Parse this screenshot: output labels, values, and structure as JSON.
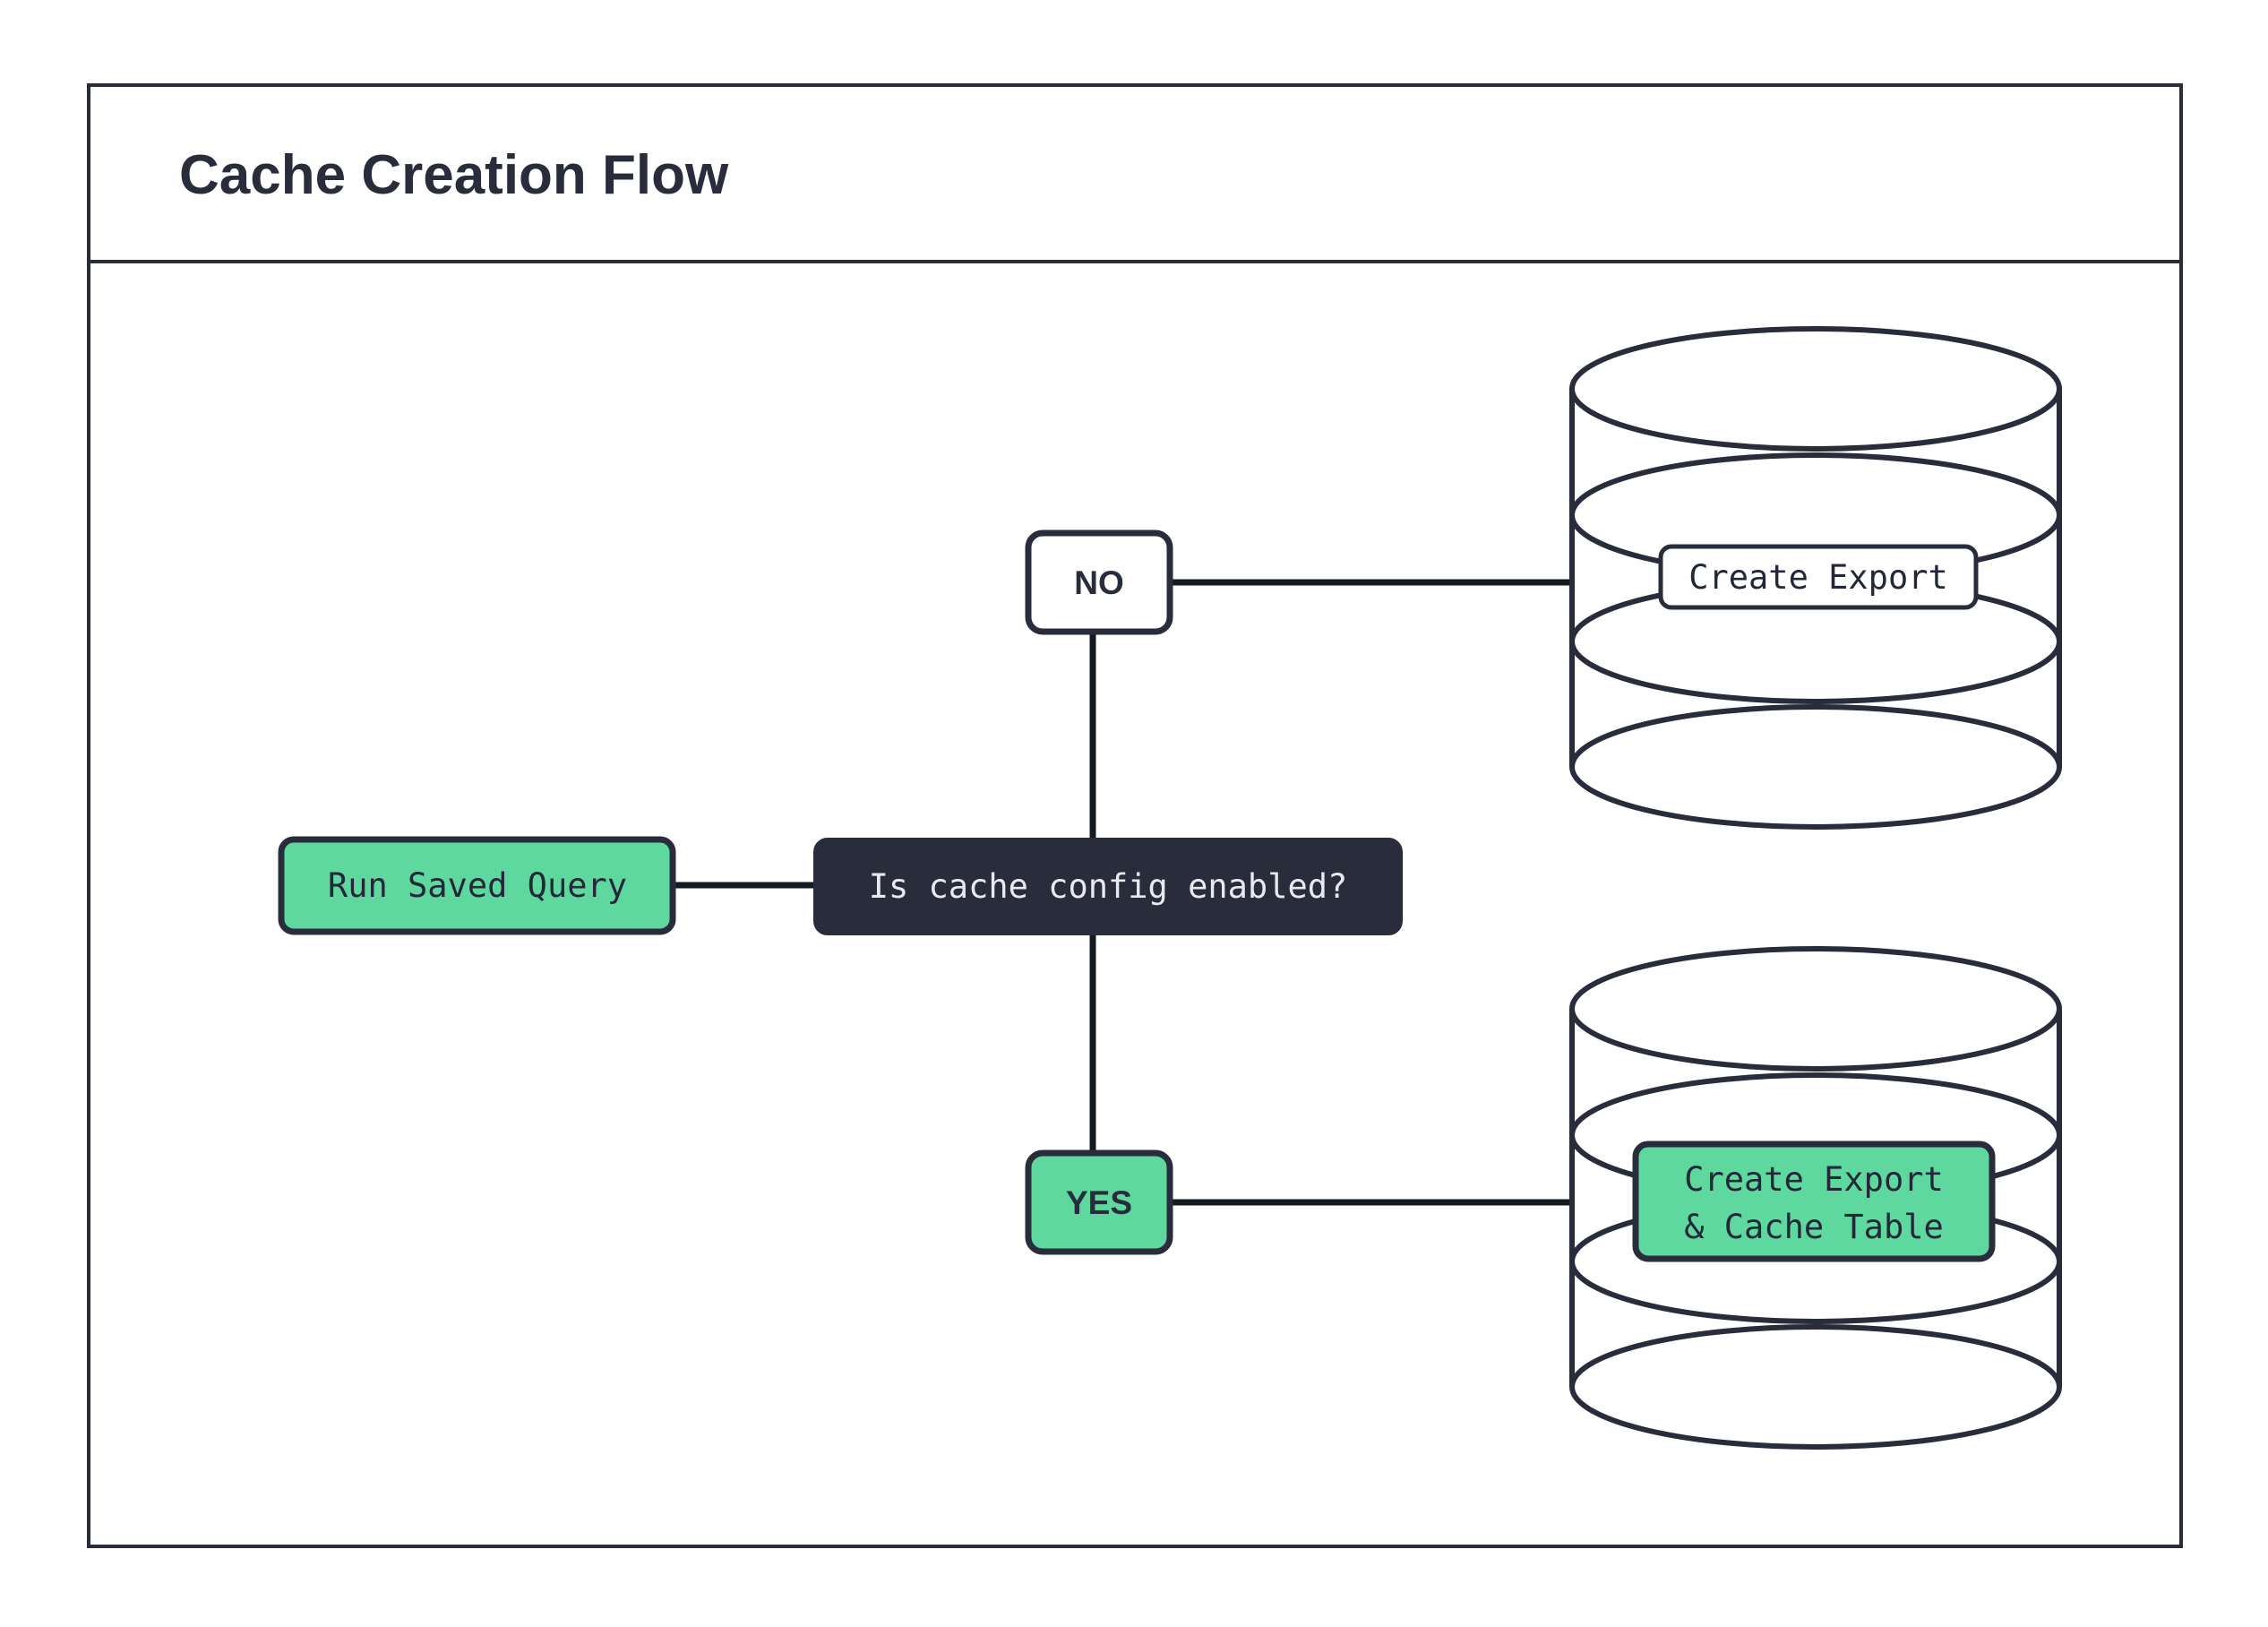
{
  "frame": {
    "title": "Cache Creation Flow",
    "border_color": "#282C3B",
    "background": "#ffffff"
  },
  "palette": {
    "dark": "#282C3B",
    "green": "#5FD8A0",
    "white": "#FFFFFF",
    "text_light": "#E8EAF0",
    "text_dark": "#232838"
  },
  "diagram": {
    "type": "flowchart",
    "nodes": [
      {
        "id": "run-saved-query",
        "label": "Run Saved Query",
        "shape": "rounded-rect",
        "fill": "#5FD8A0",
        "text": "#232838"
      },
      {
        "id": "decision",
        "label": "Is cache config enabled?",
        "shape": "rounded-rect",
        "fill": "#282C3B",
        "text": "#E8EAF0"
      },
      {
        "id": "branch-no",
        "label": "NO",
        "shape": "rounded-rect",
        "fill": "#FFFFFF",
        "text": "#282C3B"
      },
      {
        "id": "branch-yes",
        "label": "YES",
        "shape": "rounded-rect",
        "fill": "#5FD8A0",
        "text": "#282C3B"
      },
      {
        "id": "db-create-export",
        "label": "Create Export",
        "shape": "database",
        "fill": "#FFFFFF",
        "text": "#232838"
      },
      {
        "id": "db-create-cache",
        "label_line1": "Create Export",
        "label_line2": "& Cache Table",
        "shape": "database",
        "fill": "#5FD8A0",
        "text": "#232838"
      }
    ],
    "edges": [
      {
        "from": "run-saved-query",
        "to": "decision",
        "label": ""
      },
      {
        "from": "decision",
        "to": "branch-no",
        "label": ""
      },
      {
        "from": "decision",
        "to": "branch-yes",
        "label": ""
      },
      {
        "from": "branch-no",
        "to": "db-create-export",
        "label": ""
      },
      {
        "from": "branch-yes",
        "to": "db-create-cache",
        "label": ""
      }
    ]
  }
}
